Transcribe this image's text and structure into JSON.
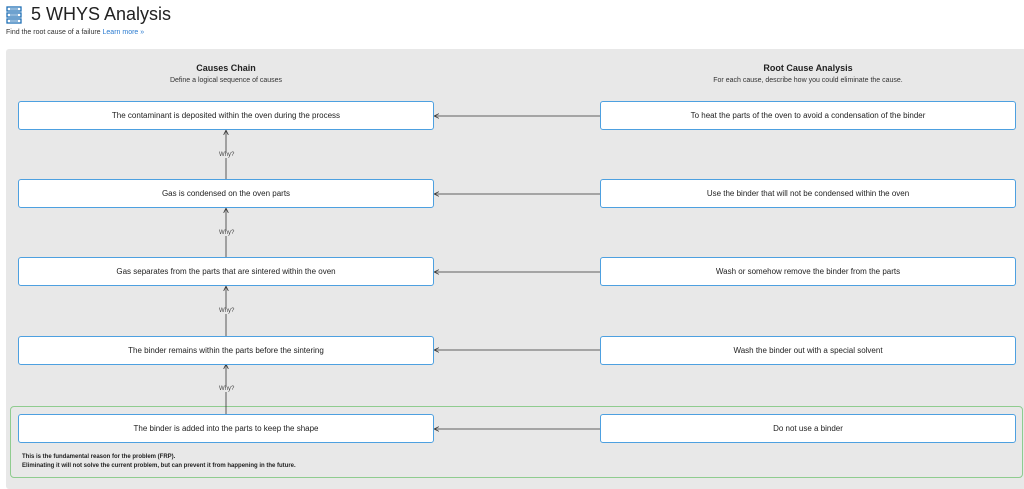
{
  "header": {
    "title": "5 WHYS Analysis",
    "subtitle": "Find the root cause of a failure",
    "learn_more": "Learn more »"
  },
  "causes": {
    "heading": "Causes Chain",
    "subheading": "Define a logical sequence of causes",
    "items": [
      "The contaminant is deposited within the oven during the process",
      "Gas is condensed on the oven parts",
      "Gas separates from the parts that are sintered within the oven",
      "The binder remains within the parts before the sintering",
      "The binder is added into the parts to keep the shape"
    ],
    "why_label": "Why?"
  },
  "root": {
    "heading": "Root Cause Analysis",
    "subheading": "For each cause, describe how you could eliminate the cause.",
    "items": [
      "To heat the parts of the oven to avoid a condensation of the binder",
      "Use the binder that will not be condensed within the oven",
      "Wash or somehow remove the binder from the parts",
      "Wash the binder out with a special solvent",
      "Do not use a binder"
    ]
  },
  "frp": {
    "line1": "This is the fundamental reason for the problem (FRP).",
    "line2": "Eliminating it will not solve the current problem, but can prevent it from happening in the future."
  },
  "colors": {
    "accent": "#4da0e0",
    "frp_border": "#8fcc8f",
    "panel": "#e8e8e8"
  }
}
